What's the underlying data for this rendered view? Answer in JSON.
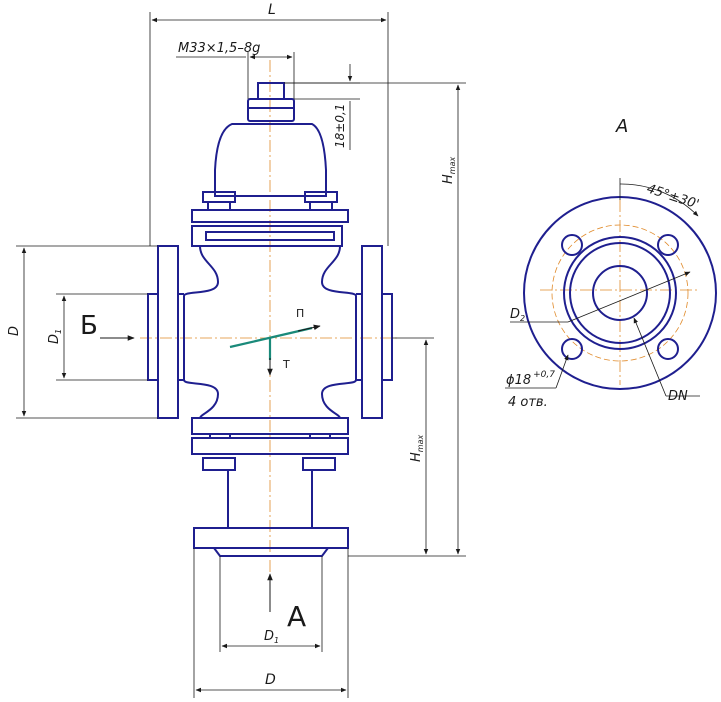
{
  "colors": {
    "outline": "#1f1f8f",
    "dimension": "#1a1a1a",
    "centerline": "#e08a2a",
    "indicator": "#1a8a7a"
  },
  "labels": {
    "L": "L",
    "thread": "M33×1,5–8g",
    "dim18": "18±0,1",
    "hmax": "H",
    "hmax_sub": "max",
    "H1": "H",
    "H1_sub": "max",
    "D_left": "D",
    "D1_left": "D",
    "D1_left_sub": "1",
    "port_B": "Б",
    "port_A": "А",
    "flow_P": "П",
    "flow_T": "Т",
    "D1_bottom": "D",
    "D1_bottom_sub": "1",
    "D_bottom": "D",
    "view_A": "А",
    "angle": "45°±30'",
    "D2": "D",
    "D2_sub": "2",
    "hole_dia": "ϕ18",
    "hole_tol": "+0,7",
    "holes": "4 отв.",
    "DN": "DN"
  }
}
